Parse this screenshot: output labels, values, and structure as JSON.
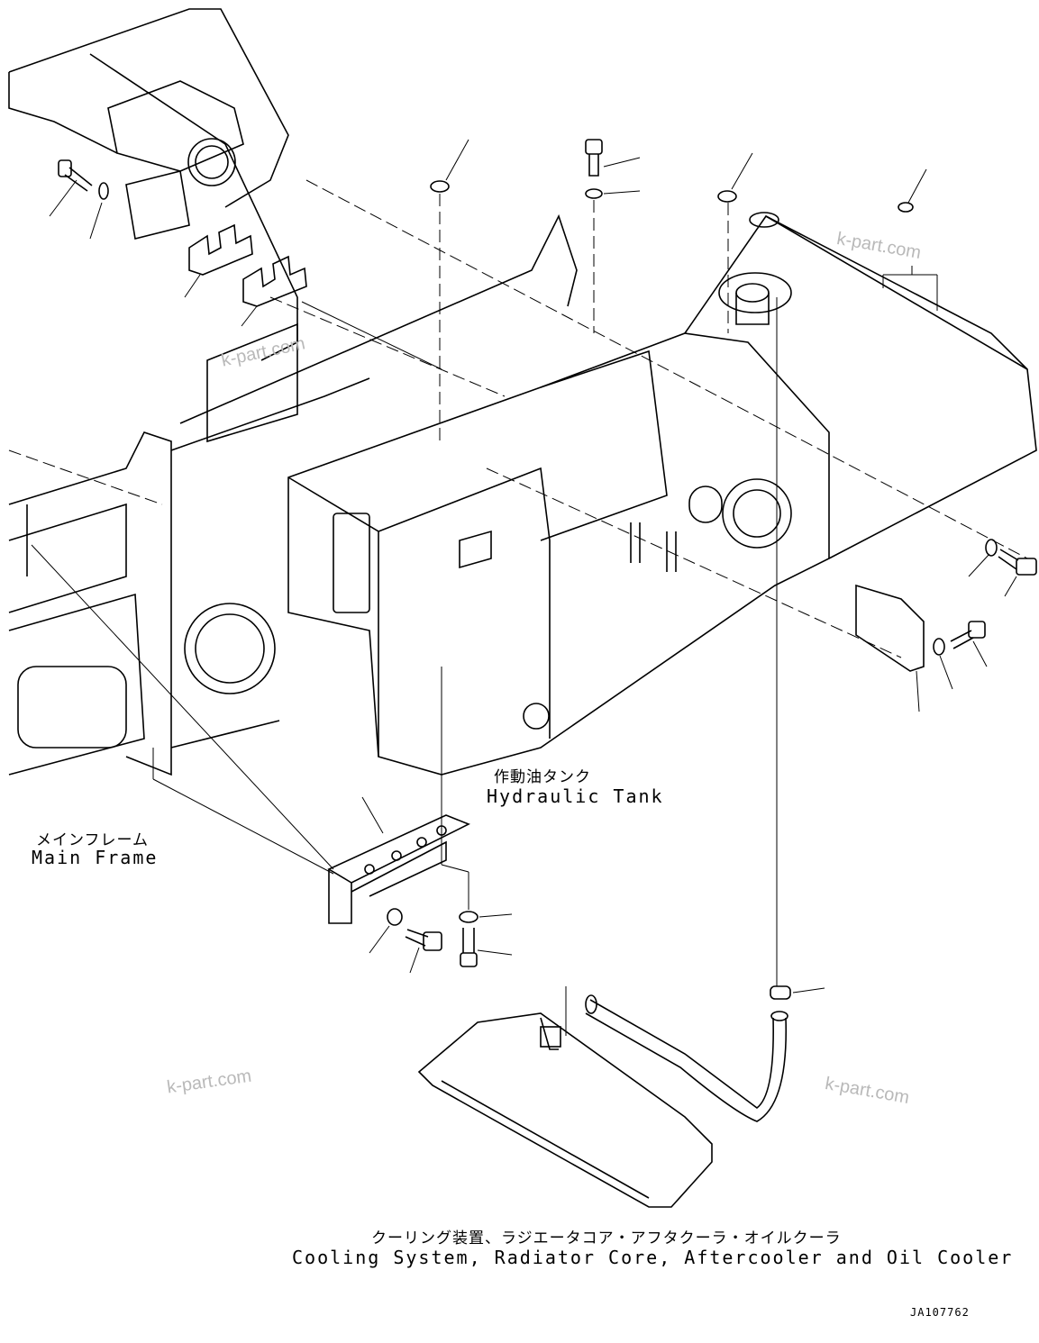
{
  "labels": {
    "main_frame_jp": "メインフレーム",
    "main_frame_en": "Main Frame",
    "hydraulic_tank_jp": "作動油タンク",
    "hydraulic_tank_en": "Hydraulic Tank",
    "cooling_jp": "クーリング装置、ラジエータコア・アフタクーラ・オイルクーラ",
    "cooling_en": "Cooling System, Radiator Core, Aftercooler and Oil Cooler"
  },
  "drawing_code": "JA107762",
  "watermark": "k-part.com",
  "colors": {
    "line": "#000000",
    "watermark": "#b9b9b9",
    "background": "#ffffff"
  }
}
